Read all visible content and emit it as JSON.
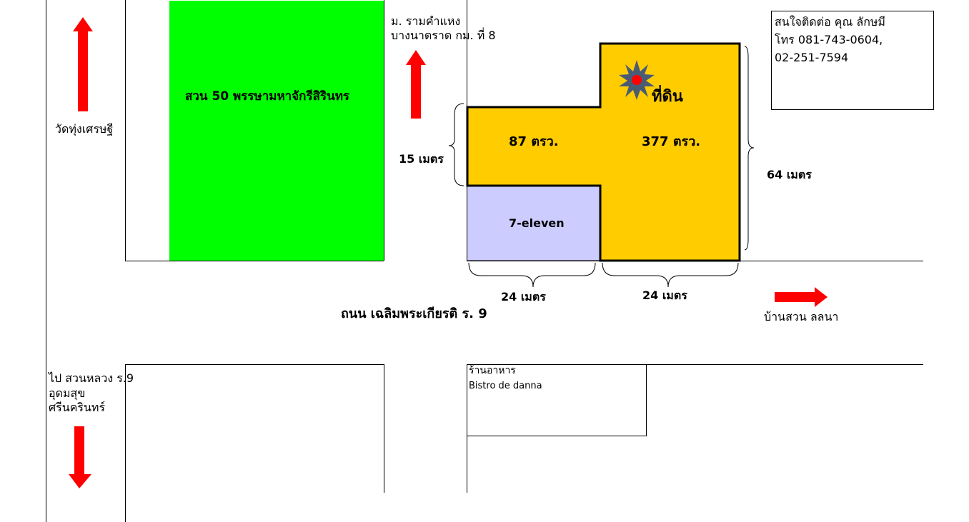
{
  "colors": {
    "park": "#00ff00",
    "land": "#ffcc00",
    "seven_eleven": "#ccccff",
    "arrow": "#ff0000",
    "marker_star": "#4a5c74",
    "marker_dot": "#ff0000"
  },
  "labels": {
    "park": "สวน 50 พรรษามหาจักรีสิรินทร",
    "ramkhamhaeng": [
      "ม. รามคำแหง",
      "บางนาตราด กม. ที่ 8"
    ],
    "wat": "วัดทุ่งเศรษฐี",
    "land_title": "ที่ดิน",
    "area_small": "87 ตรว.",
    "area_large": "377 ตรว.",
    "seven_eleven": "7-eleven",
    "dim_15": "15 เมตร",
    "dim_64": "64 เมตร",
    "dim_24_left": "24 เมตร",
    "dim_24_right": "24 เมตร",
    "road": "ถนน เฉลิมพระเกียรติ ร. 9",
    "baan_suan": "บ้านสวน ลลนา",
    "to_suan_luang": [
      "ไป สวนหลวง ร.9",
      "อุดมสุข",
      "ศรีนครินทร์"
    ],
    "restaurant": "ร้านอาหาร",
    "restaurant_name": "Bistro de danna"
  },
  "contact": {
    "line1": "สนใจติดต่อ คุณ ลักษมี",
    "line2": "โทร 081-743-0604,",
    "line3": "02-251-7594"
  },
  "icons": {
    "up_arrows": "up-arrow-icon",
    "right_arrow": "right-arrow-icon",
    "down_arrow": "down-arrow-icon",
    "location_marker": "star-marker-icon"
  }
}
